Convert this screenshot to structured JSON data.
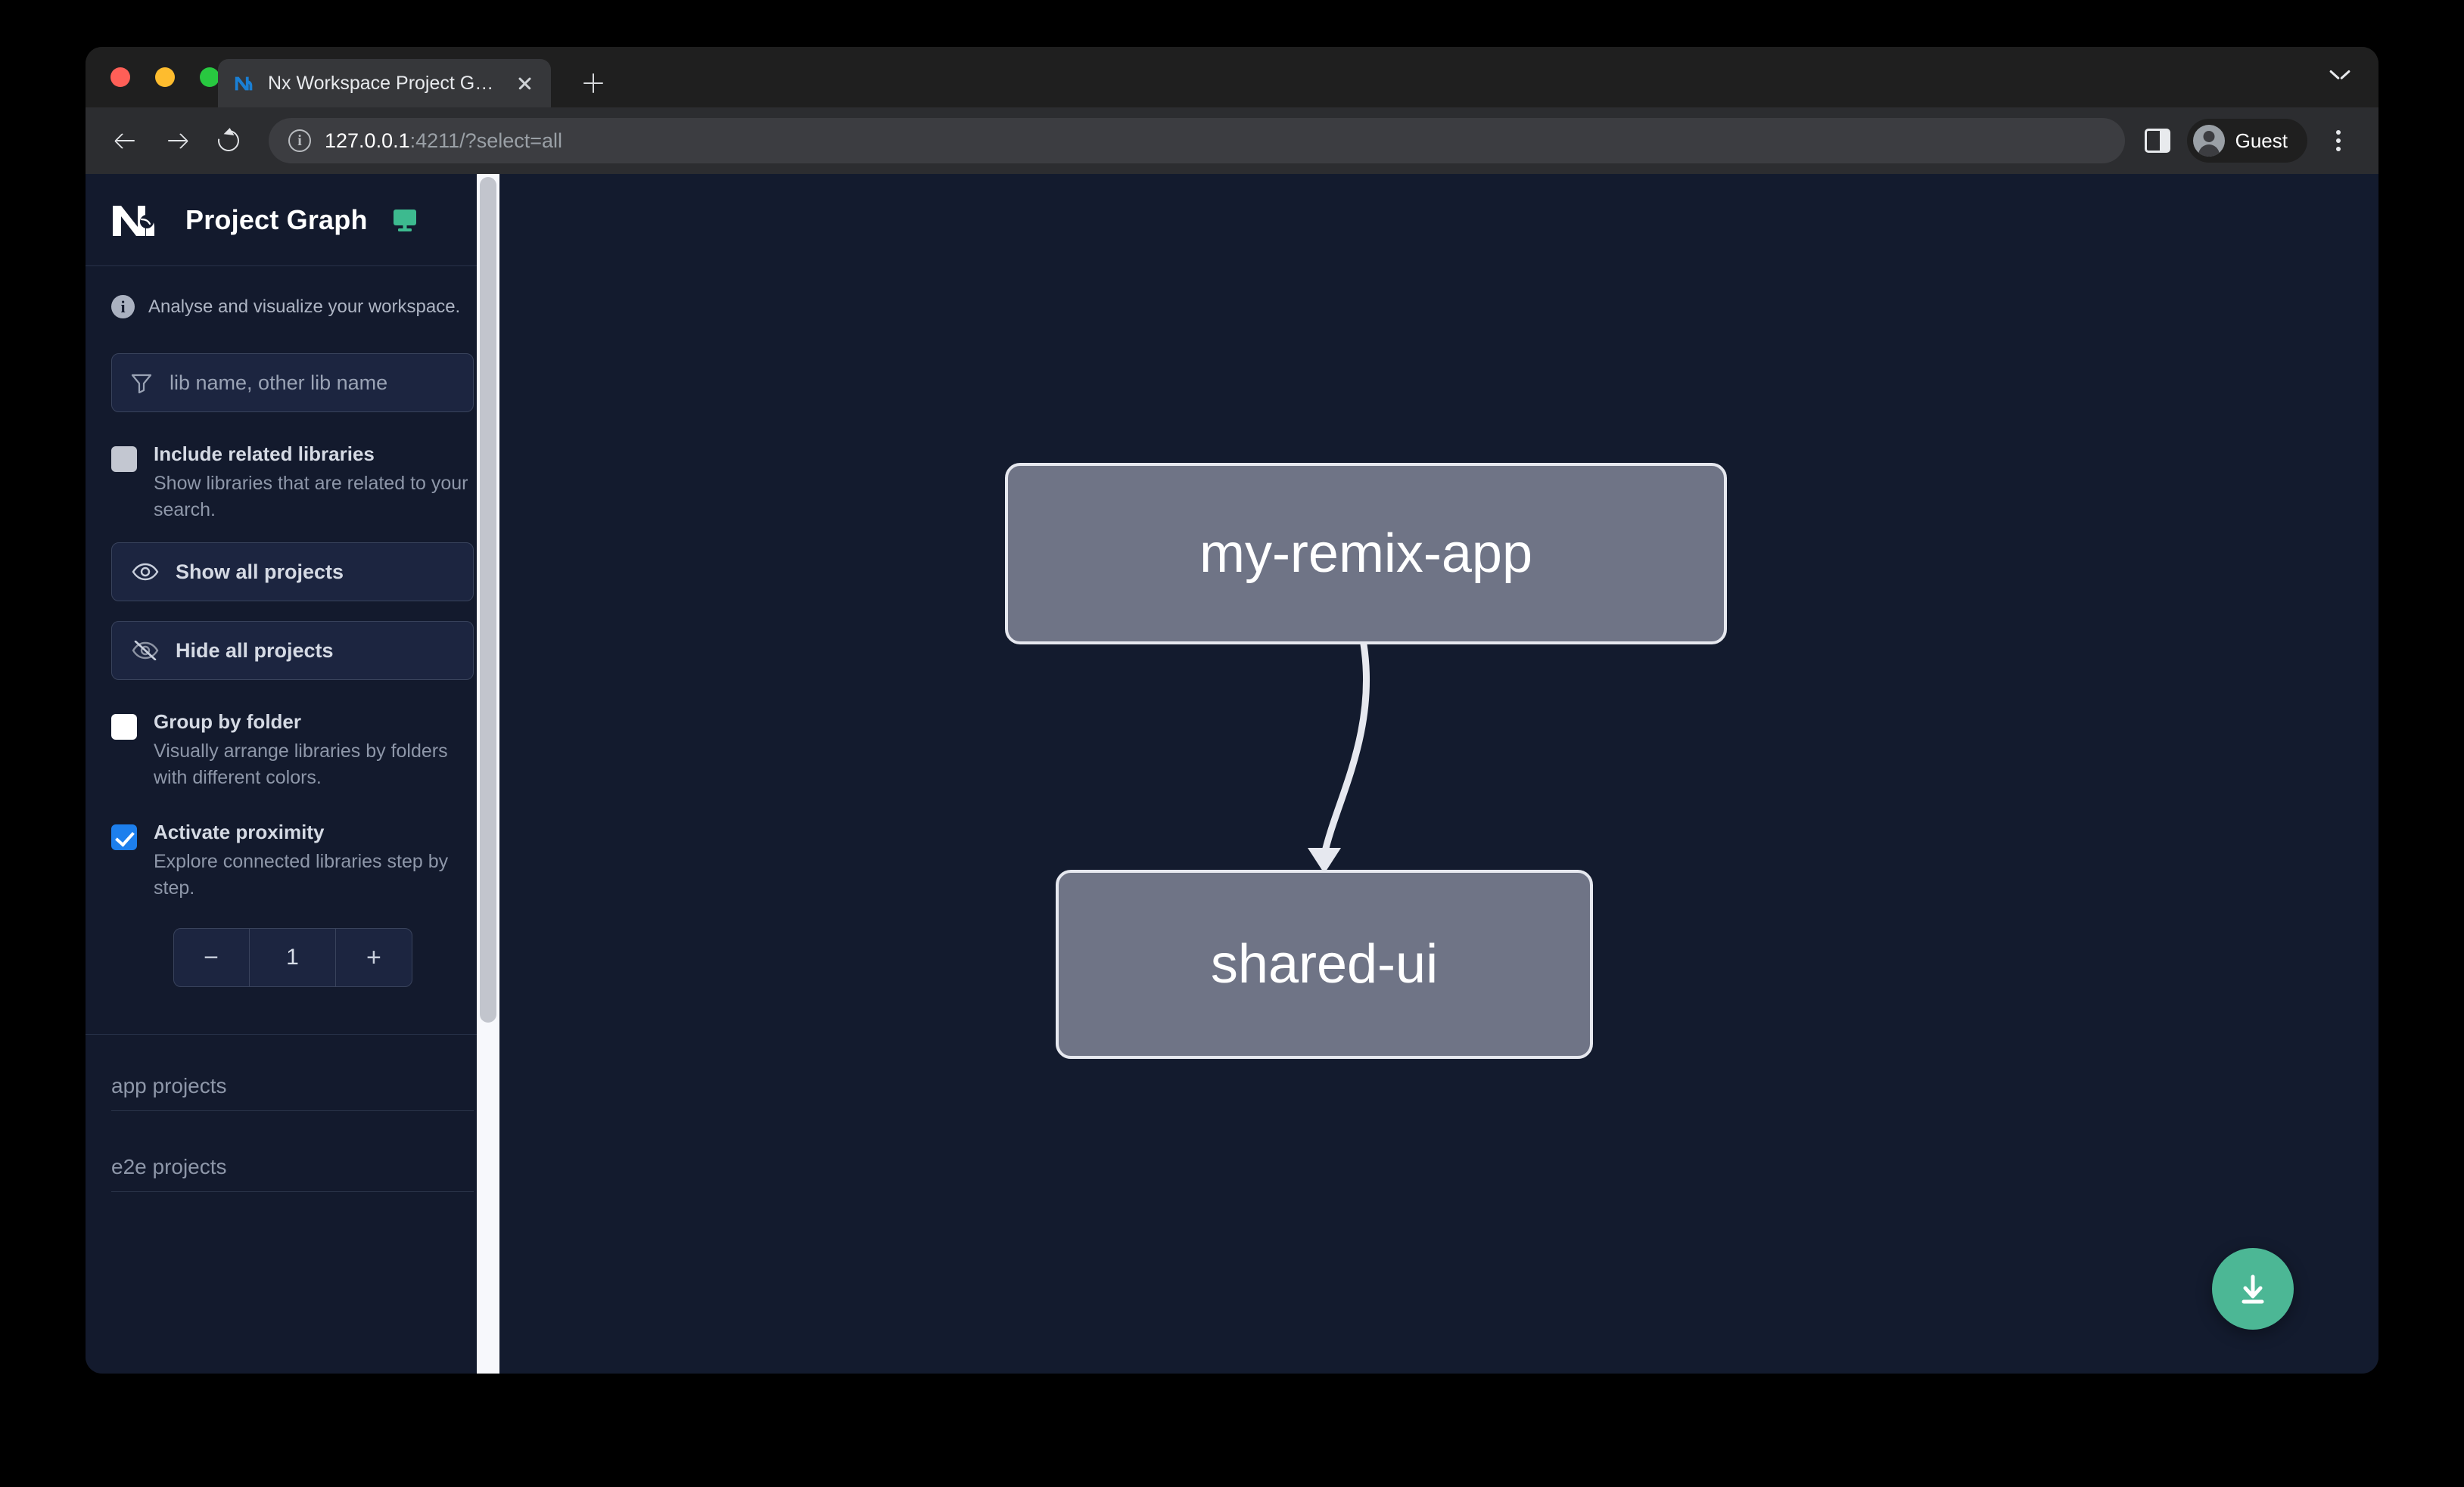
{
  "browser": {
    "tab": {
      "title": "Nx Workspace Project Graph",
      "favicon": "nx-logo-icon",
      "close": "close-icon"
    },
    "new_tab": "+",
    "tab_list_chevron": "chevron-down-icon",
    "back": "back-arrow-icon",
    "forward": "forward-arrow-icon",
    "reload": "reload-icon",
    "site_info": "info-icon",
    "url_host": "127.0.0.1",
    "url_rest": ":4211/?select=all",
    "side_panel": "side-panel-icon",
    "profile": "Guest",
    "menu": "kebab-menu-icon"
  },
  "sidebar": {
    "logo": "nx-logo-icon",
    "title": "Project Graph",
    "monitor_icon": "monitor-icon",
    "note_icon": "info-icon",
    "note": "Analyse and visualize your workspace.",
    "filter": {
      "icon": "funnel-icon",
      "placeholder": "lib name, other lib name",
      "value": ""
    },
    "options": [
      {
        "id": "include-related-libraries",
        "title": "Include related libraries",
        "desc": "Show libraries that are related to your search.",
        "state": "muted"
      },
      {
        "id": "group-by-folder",
        "title": "Group by folder",
        "desc": "Visually arrange libraries by folders with different colors.",
        "state": "unchecked"
      },
      {
        "id": "activate-proximity",
        "title": "Activate proximity",
        "desc": "Explore connected libraries step by step.",
        "state": "checked"
      }
    ],
    "buttons": [
      {
        "id": "show-all-projects",
        "label": "Show all projects",
        "icon": "eye-icon"
      },
      {
        "id": "hide-all-projects",
        "label": "Hide all projects",
        "icon": "eye-off-icon"
      }
    ],
    "stepper": {
      "decrement": "−",
      "value": "1",
      "increment": "+"
    },
    "groups": [
      {
        "id": "app-projects",
        "label": "app projects"
      },
      {
        "id": "e2e-projects",
        "label": "e2e projects"
      }
    ]
  },
  "graph": {
    "nodes": [
      {
        "id": "my-remix-app",
        "label": "my-remix-app"
      },
      {
        "id": "shared-ui",
        "label": "shared-ui"
      }
    ],
    "edges": [
      {
        "from": "my-remix-app",
        "to": "shared-ui"
      }
    ],
    "download_button": {
      "icon": "download-icon"
    }
  },
  "colors": {
    "canvas_bg": "#131b2e",
    "sidebar_bg": "#131a2d",
    "node_fill": "#6f7486",
    "node_border": "#e6e8ef",
    "accent_green": "#4cb795",
    "accent_blue": "#1d7fed"
  }
}
